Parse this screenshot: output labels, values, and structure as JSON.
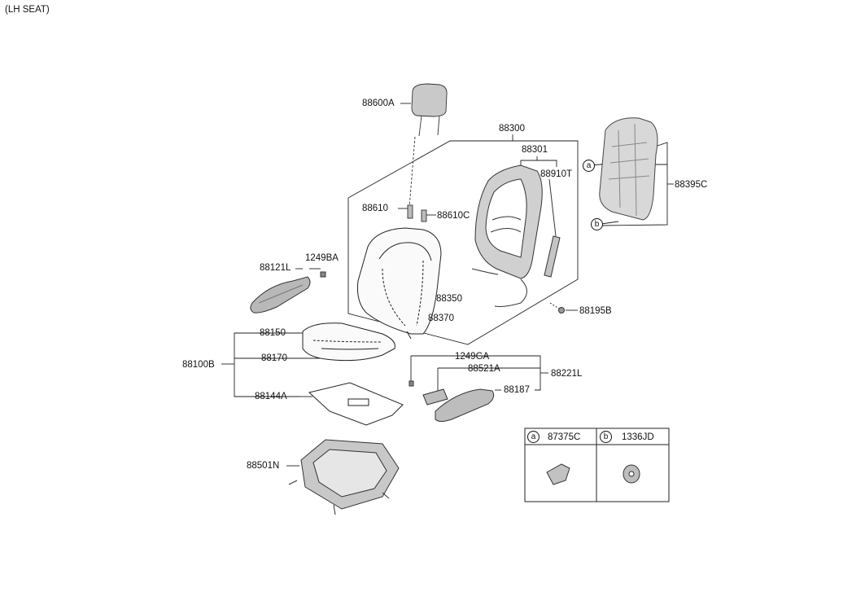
{
  "header": {
    "title": "(LH SEAT)"
  },
  "parts": {
    "p88600A": "88600A",
    "p88300": "88300",
    "p88301": "88301",
    "p88910T": "88910T",
    "p88395C": "88395C",
    "p88610": "88610",
    "p88610C": "88610C",
    "p88121L": "88121L",
    "p1249BA": "1249BA",
    "p88350": "88350",
    "p88370": "88370",
    "p88195B": "88195B",
    "p88150": "88150",
    "p88170": "88170",
    "p88100B": "88100B",
    "p88144A": "88144A",
    "p1249GA": "1249GA",
    "p88521A": "88521A",
    "p88221L": "88221L",
    "p88187": "88187",
    "p88501N": "88501N"
  },
  "callouts": {
    "a": "a",
    "b": "b"
  },
  "legend": {
    "a_letter": "a",
    "a_part": "87375C",
    "b_letter": "b",
    "b_part": "1336JD"
  }
}
